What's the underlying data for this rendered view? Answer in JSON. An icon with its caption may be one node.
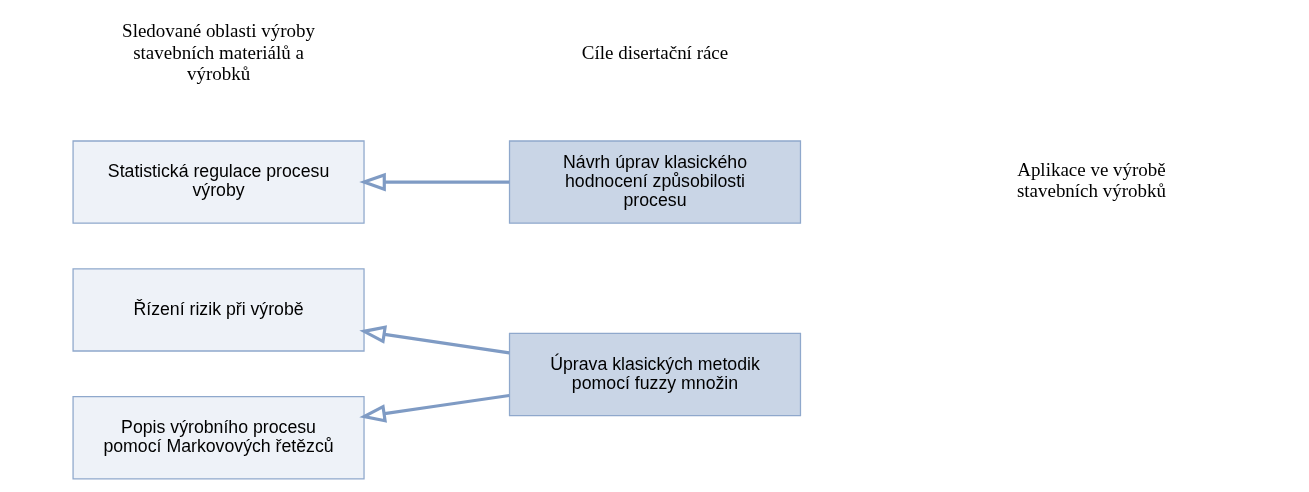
{
  "diagram": {
    "nodes": [
      {
        "text": [
          "Řízení rizik při výrobě"
        ]
      },
      {
        "text": [
          "Popis výrobního procesu pomocí Markovových řetězců"
        ]
      },
      {
        "text": [
          "Statistická regulace procesu výroby"
        ]
      },
      {
        "text": [
          "Úprava klasických metodik pomocí fuzzy množin"
        ]
      },
      {
        "text": [
          "Návrh úprav klasického hodnocení způsobilosti procesu"
        ]
      }
    ],
    "edges": [
      {
        "from": 3,
        "to": 0,
        "arrow": "to"
      },
      {
        "from": 3,
        "to": 1,
        "arrow": "to"
      },
      {
        "from": 4,
        "to": 2,
        "arrow": "to"
      }
    ],
    "labels": [
      "Sledované oblasti výroby stavebních materiálů a výrobků",
      "Cíle disertační ráce",
      "Aplikace ve výrobě stavebních výrobků"
    ]
  }
}
